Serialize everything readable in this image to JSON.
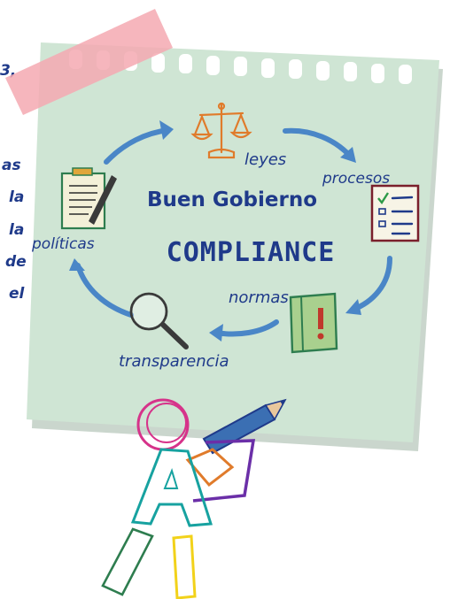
{
  "diagram": {
    "title": "Buen Gobierno",
    "subtitle": "COMPLIANCE",
    "cycle_labels": {
      "leyes": "leyes",
      "procesos": "procesos",
      "normas": "normas",
      "transparencia": "transparencia",
      "politicas": "políticas"
    },
    "side_text_fragments": [
      "3,",
      "as",
      "la",
      "la",
      "de",
      "el"
    ]
  },
  "colors": {
    "note_paper": "#cfe5d4",
    "tape": "#f4a9b1",
    "ink": "#1f3a8a",
    "arrows": "#4a86c7",
    "icon_orange": "#e07b2b",
    "icon_green": "#2e7d4f",
    "icon_red": "#c0392b",
    "figure_magenta": "#d6338a",
    "figure_teal": "#17a2a0",
    "figure_purple": "#6b2fa8",
    "figure_yellow": "#f2d21a"
  },
  "icons": [
    "scale-icon",
    "checklist-icon",
    "book-icon",
    "magnifier-icon",
    "document-pen-icon",
    "pencil-figure"
  ]
}
